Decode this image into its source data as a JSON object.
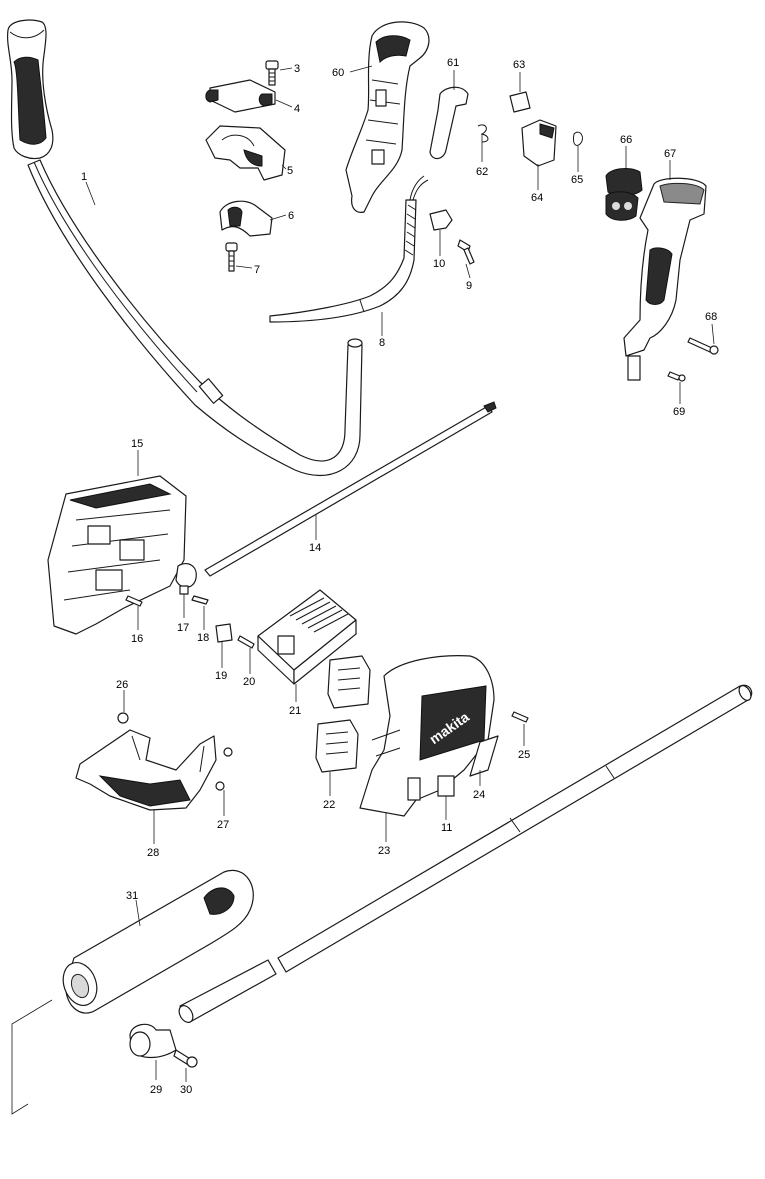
{
  "labels": {
    "p1": "1",
    "p3": "3",
    "p4": "4",
    "p5": "5",
    "p6": "6",
    "p7": "7",
    "p8": "8",
    "p9": "9",
    "p10": "10",
    "p11": "11",
    "p14": "14",
    "p15": "15",
    "p16": "16",
    "p17": "17",
    "p18": "18",
    "p19": "19",
    "p20": "20",
    "p21": "21",
    "p22": "22",
    "p23": "23",
    "p24": "24",
    "p25": "25",
    "p26": "26",
    "p27": "27",
    "p28": "28",
    "p29": "29",
    "p30": "30",
    "p31": "31",
    "p60": "60",
    "p61": "61",
    "p62": "62",
    "p63": "63",
    "p64": "64",
    "p65": "65",
    "p66": "66",
    "p67": "67",
    "p68": "68",
    "p69": "69"
  },
  "logo_text": "makita"
}
